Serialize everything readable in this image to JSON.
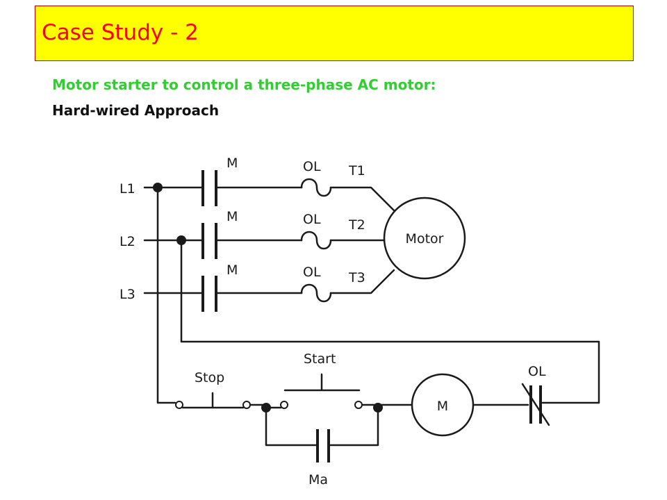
{
  "header": {
    "title": "Case Study - 2"
  },
  "subtitle": {
    "line1": "Motor starter to control a three-phase AC motor:",
    "line2": "Hard-wired Approach"
  },
  "diagram": {
    "lines": [
      "L1",
      "L2",
      "L3"
    ],
    "contacts": [
      "M",
      "M",
      "M"
    ],
    "overloads": [
      "OL",
      "OL",
      "OL"
    ],
    "terminals": [
      "T1",
      "T2",
      "T3"
    ],
    "motor": "Motor",
    "stop": "Stop",
    "start": "Start",
    "coil": "M",
    "ol_contact": "OL",
    "aux_contact": "Ma"
  },
  "colors": {
    "title_bg": "#ffff00",
    "title_text": "#ff0000",
    "title_border": "#c00000",
    "subtitle": "#33cc33"
  }
}
